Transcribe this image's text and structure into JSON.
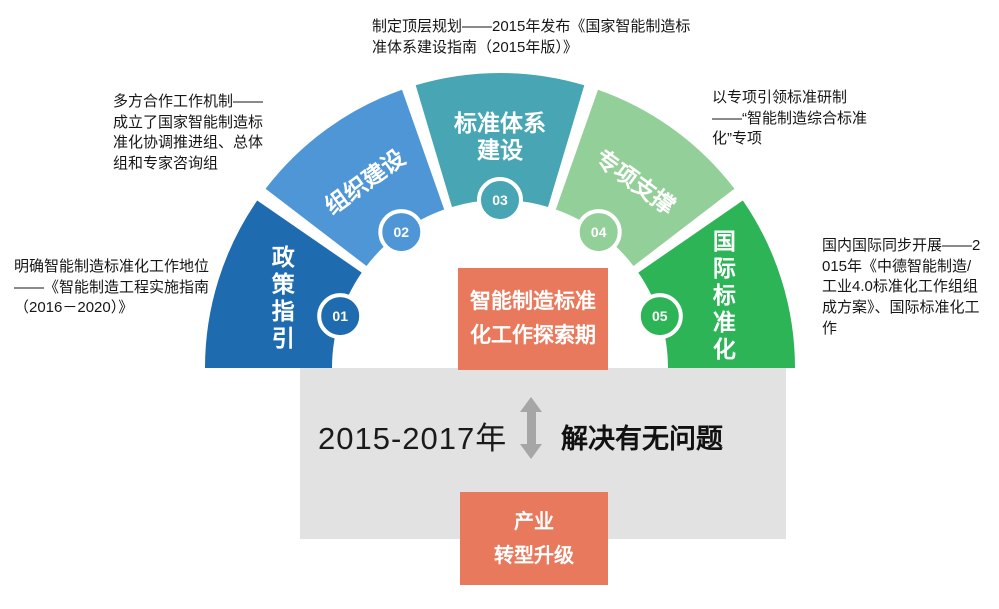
{
  "diagram": {
    "segments": [
      {
        "number": "01",
        "label": "政策指引",
        "color": "#1E6BB0",
        "orientation": "stack"
      },
      {
        "number": "02",
        "label": "组织建设",
        "color": "#4E96D5",
        "orientation": "tilt-left"
      },
      {
        "number": "03",
        "label": "标准体系建设",
        "label_lines": [
          "标准体系",
          "建设"
        ],
        "color": "#47A5B4",
        "orientation": "horizontal"
      },
      {
        "number": "04",
        "label": "专项支撑",
        "color": "#93CF98",
        "orientation": "tilt-right"
      },
      {
        "number": "05",
        "label": "国际标准化",
        "color": "#2DB457",
        "orientation": "stack"
      }
    ]
  },
  "annotations": {
    "top": "制定顶层规划——2015年发布《国家智能制造标准体系建设指南（2015年版）》",
    "upper_left": "多方合作工作机制——成立了国家智能制造标准化协调推进组、总体组和专家咨询组",
    "left": "明确智能制造标准化工作地位——《智能制造工程实施指南（2016－2020）》",
    "upper_right": "以专项引领标准研制——“智能制造综合标准化”专项",
    "right": "国内国际同步开展——2015年《中德智能制造/工业4.0标准化工作组组成方案》、国际标准化工作"
  },
  "center_box": {
    "lines": [
      "智能制造标准",
      "化工作探索期"
    ]
  },
  "timeline": {
    "period": "2015-2017年",
    "goal": "解决有无问题"
  },
  "bottom_box": {
    "lines": [
      "产业",
      "转型升级"
    ]
  },
  "colors": {
    "accent_orange": "#E8795C",
    "panel_gray": "#E2E2E2",
    "arrow_gray": "#A6A6A6",
    "inner_white": "#FFFFFF"
  }
}
